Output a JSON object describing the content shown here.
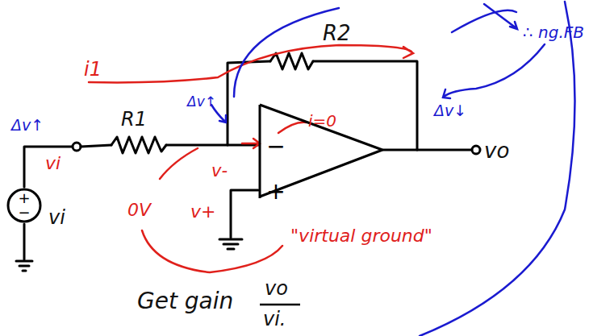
{
  "diagram": {
    "nodes": [
      {
        "text": [
          "+",
          "−"
        ]
      },
      {
        "text": [
          "−",
          "+"
        ]
      }
    ],
    "labels": [
      "Δv↑",
      "vi",
      "vi",
      "R1",
      "i1",
      "R2",
      "Δv↑",
      "i=0",
      "v-",
      "0V",
      "v+",
      "\"virtual ground\"",
      "Δv↓",
      "vo",
      "∴ ng.FB",
      "Get gain",
      "vo",
      "vi."
    ]
  }
}
